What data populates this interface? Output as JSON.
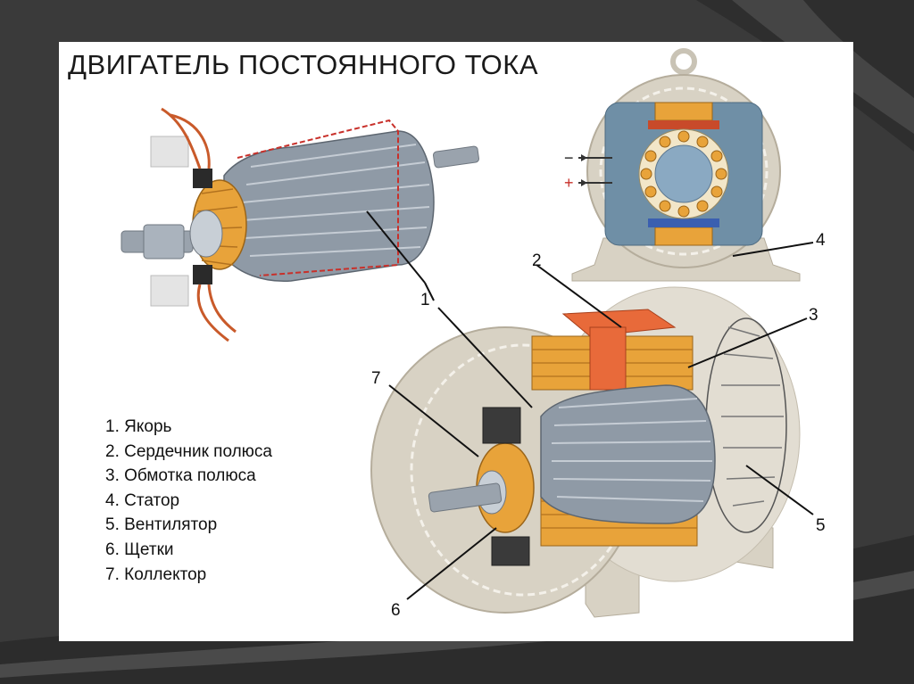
{
  "slide": {
    "title": "ДВИГАТЕЛЬ ПОСТОЯННОГО ТОКА"
  },
  "callouts": [
    {
      "id": "1",
      "label": "1"
    },
    {
      "id": "2",
      "label": "2"
    },
    {
      "id": "3",
      "label": "3"
    },
    {
      "id": "4",
      "label": "4"
    },
    {
      "id": "5",
      "label": "5"
    },
    {
      "id": "6",
      "label": "6"
    },
    {
      "id": "7",
      "label": "7"
    }
  ],
  "end_view": {
    "minus_sign": "−",
    "plus_sign": "+"
  },
  "legend": [
    "1. Якорь",
    "2. Сердечник полюса",
    "3. Обмотка полюса",
    "4. Статор",
    "5. Вентилятор",
    "6. Щетки",
    "7. Коллектор"
  ],
  "colors": {
    "background": "#3a3a3a",
    "slide": "#ffffff",
    "copper": "#e8a33a",
    "armature": "#8f9aa6",
    "pole_core": "#e86a3a",
    "stator": "#d8d2c4",
    "end_view_blue": "#6f8fa6"
  }
}
